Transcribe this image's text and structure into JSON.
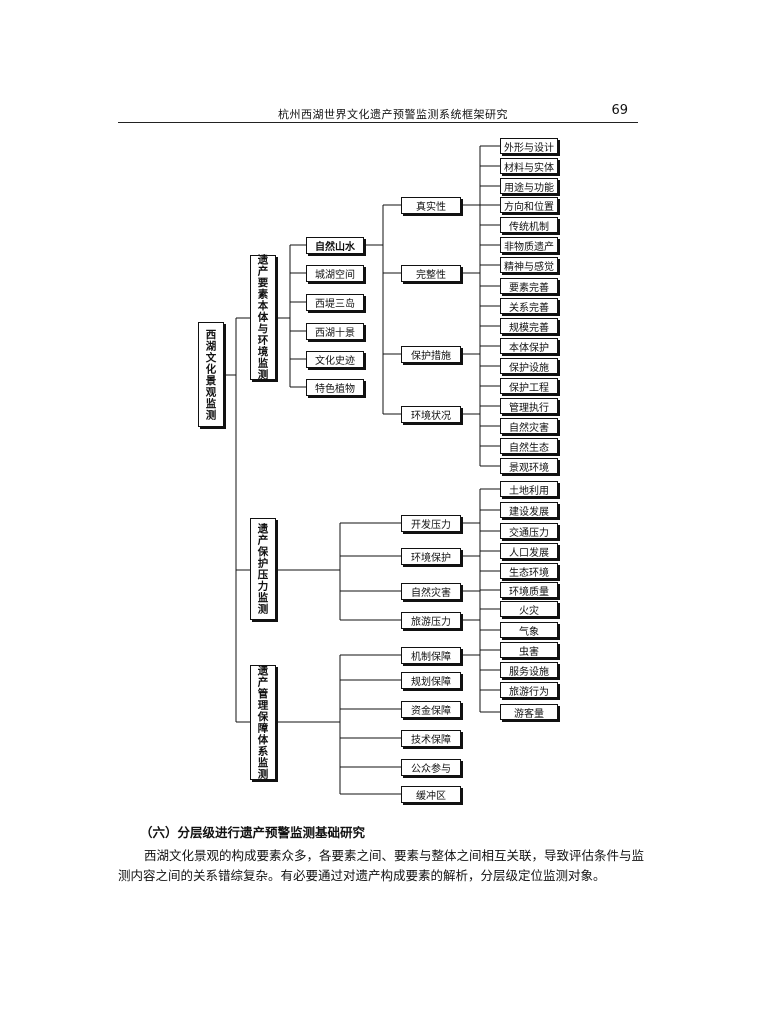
{
  "header": {
    "title": "杭州西湖世界文化遗产预警监测系统框架研究",
    "page_number": "69"
  },
  "diagram": {
    "root": "西湖文化景观监测",
    "branch1": {
      "label": "遗产要素本体与环境监测",
      "elements": [
        "自然山水",
        "城湖空间",
        "西堤三岛",
        "西湖十景",
        "文化史迹",
        "特色植物"
      ],
      "aspects": [
        "真实性",
        "完整性",
        "保护措施",
        "环境状况"
      ],
      "items": [
        "外形与设计",
        "材料与实体",
        "用途与功能",
        "方向和位置",
        "传统机制",
        "非物质遗产",
        "精神与感觉",
        "要素完善",
        "关系完善",
        "规模完善",
        "本体保护",
        "保护设施",
        "保护工程",
        "管理执行",
        "自然灾害",
        "自然生态",
        "景观环境"
      ]
    },
    "branch2": {
      "label": "遗产保护压力监测",
      "aspects": [
        "开发压力",
        "环境保护",
        "自然灾害",
        "旅游压力"
      ],
      "items": [
        "土地利用",
        "建设发展",
        "交通压力",
        "人口发展",
        "生态环境",
        "环境质量",
        "火灾",
        "气象",
        "虫害",
        "服务设施",
        "旅游行为",
        "游客量"
      ]
    },
    "branch3": {
      "label": "遗产管理保障体系监测",
      "aspects": [
        "机制保障",
        "规划保障",
        "资金保障",
        "技术保障",
        "公众参与",
        "缓冲区"
      ]
    }
  },
  "section": {
    "title": "（六）分层级进行遗产预警监测基础研究",
    "paragraph": "西湖文化景观的构成要素众多，各要素之间、要素与整体之间相互关联，导致评估条件与监测内容之间的关系错综复杂。有必要通过对遗产构成要素的解析，分层级定位监测对象。"
  }
}
